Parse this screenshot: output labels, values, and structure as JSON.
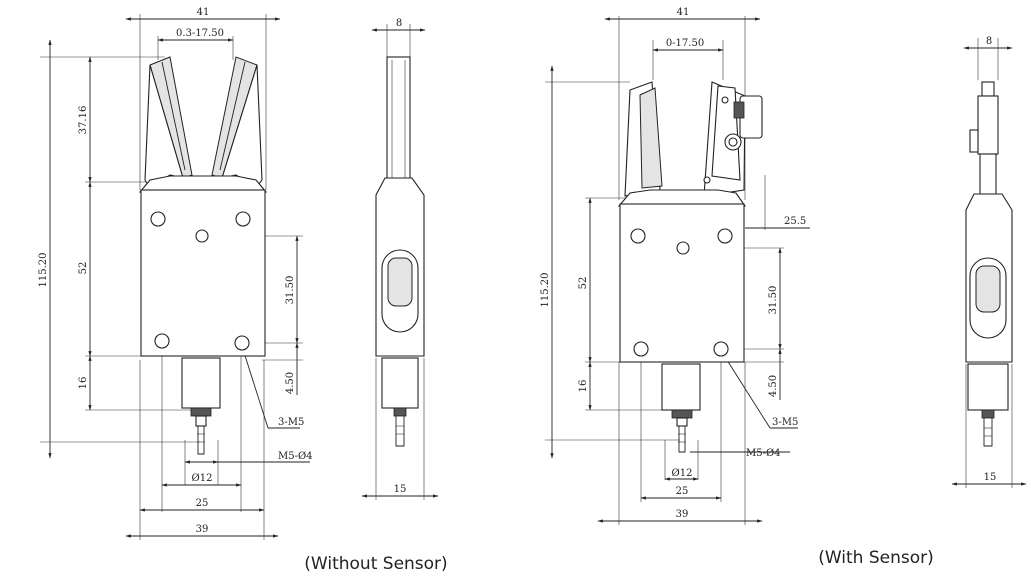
{
  "captions": {
    "left": "(Without Sensor)",
    "right": "(With Sensor)"
  },
  "left_view": {
    "width": "41",
    "stroke": "0.3-17.50",
    "finger_length": "37.16",
    "body_length": "52",
    "bottom_length": "16",
    "total_length": "115.20",
    "hole_spacing": "31.50",
    "hole_offset": "4.50",
    "mount_thread": "3-M5",
    "air_port": "M5-Ø4",
    "port_diameter": "Ø12",
    "hole_pitch": "25",
    "body_width": "39"
  },
  "left_side": {
    "thickness_top": "8",
    "thickness_bottom": "15"
  },
  "right_view": {
    "width": "41",
    "stroke": "0-17.50",
    "sensor_offset": "25.5",
    "body_length": "52",
    "bottom_length": "16",
    "total_length": "115.20",
    "hole_spacing": "31.50",
    "hole_offset": "4.50",
    "mount_thread": "3-M5",
    "air_port": "M5-Ø4",
    "port_diameter": "Ø12",
    "hole_pitch": "25",
    "body_width": "39"
  },
  "right_side": {
    "thickness_top": "8",
    "thickness_bottom": "15"
  }
}
